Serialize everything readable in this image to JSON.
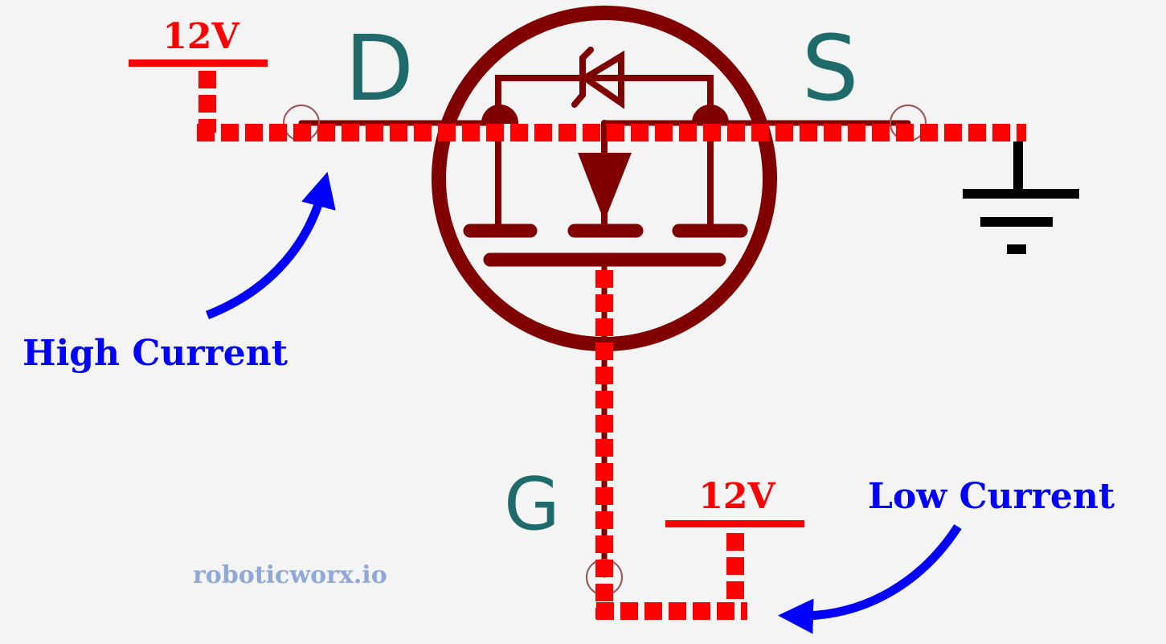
{
  "labels": {
    "drain_voltage": "12V",
    "gate_voltage": "12V",
    "drain": "D",
    "source": "S",
    "gate": "G",
    "high_current": "High Current",
    "low_current": "Low Current",
    "watermark": "roboticworx.io"
  },
  "colors": {
    "symbol": "#800000",
    "current_path": "#ff0000",
    "pin_label": "#1f6b6b",
    "annotation": "#0000ff",
    "ground": "#000000",
    "watermark": "#8fa8d8",
    "background": "#f4f4f4"
  }
}
